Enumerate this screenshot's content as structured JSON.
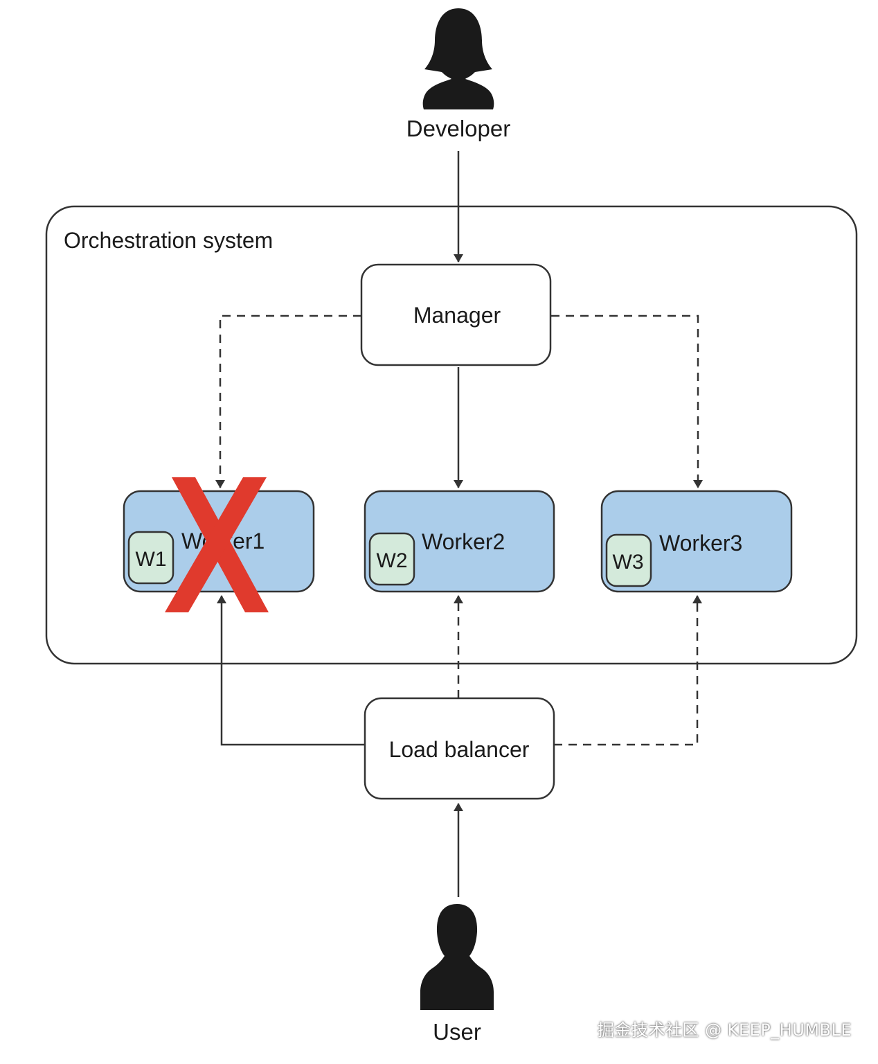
{
  "actors": {
    "developer": {
      "label": "Developer"
    },
    "user": {
      "label": "User"
    }
  },
  "system": {
    "label": "Orchestration system"
  },
  "manager": {
    "label": "Manager"
  },
  "load_balancer": {
    "label": "Load balancer"
  },
  "workers": [
    {
      "label": "Worker1",
      "badge": "W1",
      "failed": true
    },
    {
      "label": "Worker2",
      "badge": "W2",
      "failed": false
    },
    {
      "label": "Worker3",
      "badge": "W3",
      "failed": false
    }
  ],
  "colors": {
    "worker_fill": "#abcdea",
    "badge_fill": "#d4eadb",
    "failure_mark": "#e03a2d",
    "stroke": "#333333"
  },
  "watermark": {
    "text": "掘金技术社区 @ KEEP_HUMBLE"
  }
}
